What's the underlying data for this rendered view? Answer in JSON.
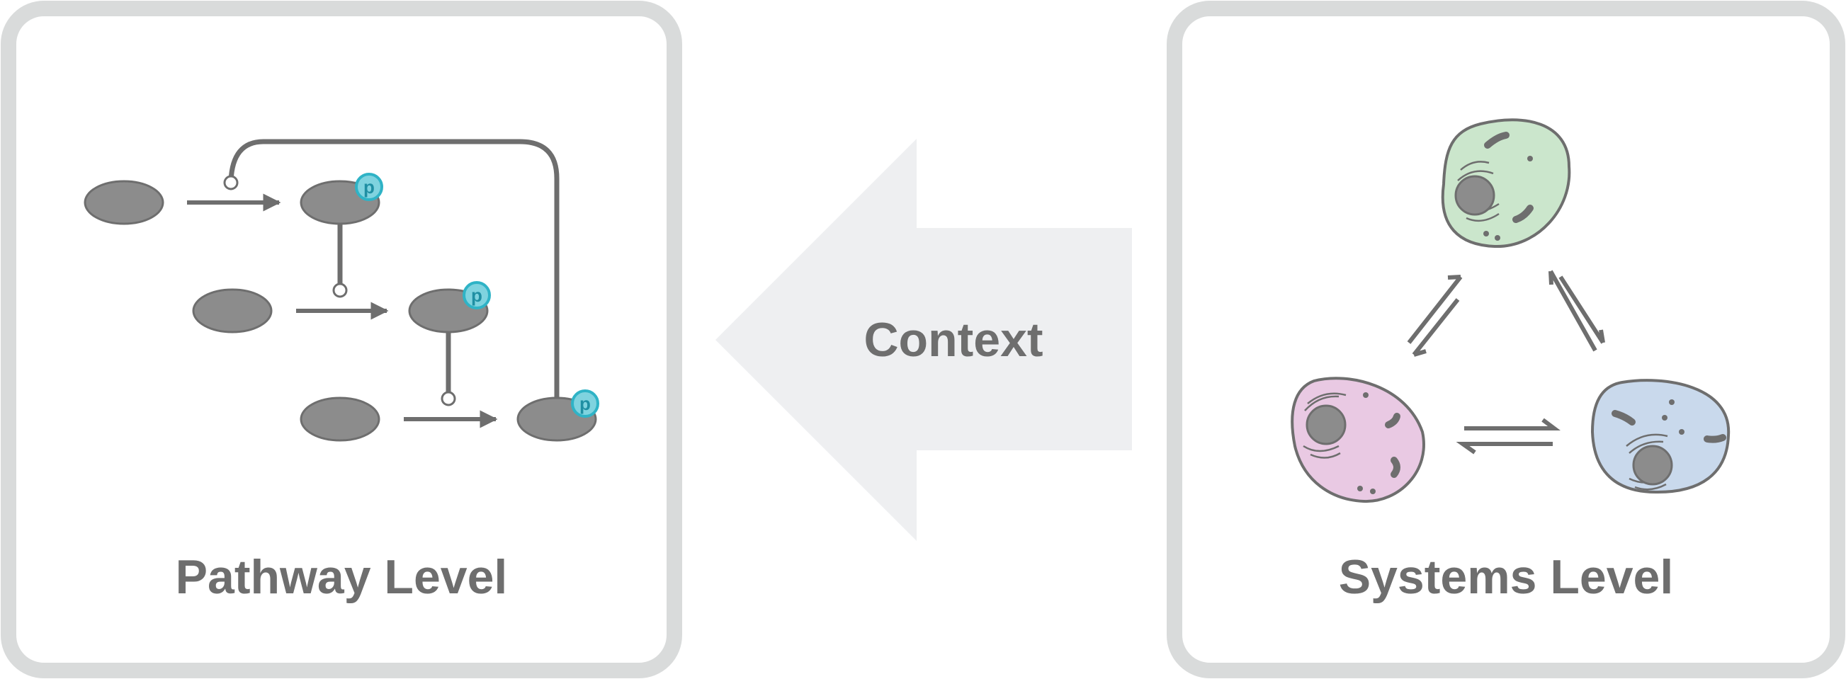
{
  "left_panel": {
    "label": "Pathway Level"
  },
  "right_panel": {
    "label": "Systems Level"
  },
  "center_arrow": {
    "label": "Context"
  },
  "phospho_label": "p",
  "colors": {
    "panel_border": "#d9dbdb",
    "node": "#8c8c8c",
    "line": "#6e6e6e",
    "phospho_fill": "#7fd3df",
    "phospho_stroke": "#2fb3c6",
    "phospho_text": "#1f8fa3",
    "arrow_fill": "#eeeff1",
    "cell_green": "#cbe6cc",
    "cell_pink": "#e9c9e3",
    "cell_blue": "#c9d9ec"
  },
  "icons": [
    "phosphate-badge",
    "activation-arrow",
    "inhibition-line",
    "equilibrium-arrows",
    "cell"
  ]
}
